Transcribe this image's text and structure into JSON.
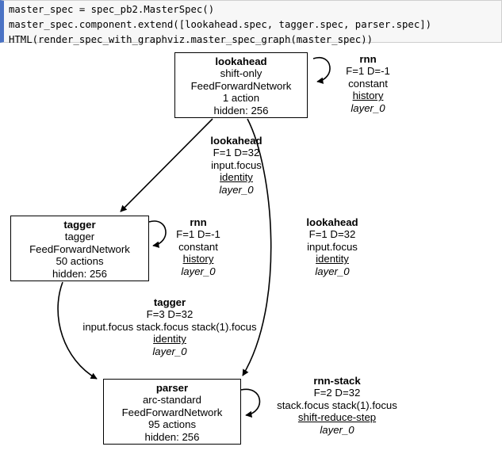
{
  "code_cell": {
    "lines": [
      "master_spec = spec_pb2.MasterSpec()",
      "master_spec.component.extend([lookahead.spec, tagger.spec, parser.spec])",
      "HTML(render_spec_with_graphviz.master_spec_graph(master_spec))"
    ],
    "accent_color": "#4b73c4",
    "background_color": "#f7f7f7"
  },
  "graph": {
    "nodes": [
      {
        "id": "lookahead",
        "title": "lookahead",
        "transition_system": "shift-only",
        "network": "FeedForwardNetwork",
        "actions": "1 action",
        "hidden": "hidden: 256"
      },
      {
        "id": "tagger",
        "title": "tagger",
        "transition_system": "tagger",
        "network": "FeedForwardNetwork",
        "actions": "50 actions",
        "hidden": "hidden: 256"
      },
      {
        "id": "parser",
        "title": "parser",
        "transition_system": "arc-standard",
        "network": "FeedForwardNetwork",
        "actions": "95 actions",
        "hidden": "hidden: 256"
      }
    ],
    "edges": [
      {
        "id": "lookahead-self",
        "name": "rnn",
        "fd": "F=1 D=-1",
        "source": "constant",
        "transform": "history",
        "layer": "layer_0"
      },
      {
        "id": "lookahead-to-tagger",
        "name": "lookahead",
        "fd": "F=1 D=32",
        "source": "input.focus",
        "transform": "identity",
        "layer": "layer_0"
      },
      {
        "id": "tagger-self",
        "name": "rnn",
        "fd": "F=1 D=-1",
        "source": "constant",
        "transform": "history",
        "layer": "layer_0"
      },
      {
        "id": "lookahead-to-parser",
        "name": "lookahead",
        "fd": "F=1 D=32",
        "source": "input.focus",
        "transform": "identity",
        "layer": "layer_0"
      },
      {
        "id": "tagger-to-parser",
        "name": "tagger",
        "fd": "F=3 D=32",
        "source": "input.focus stack.focus stack(1).focus",
        "transform": "identity",
        "layer": "layer_0"
      },
      {
        "id": "parser-self",
        "name": "rnn-stack",
        "fd": "F=2 D=32",
        "source": "stack.focus stack(1).focus",
        "transform": "shift-reduce-step",
        "layer": "layer_0"
      }
    ]
  }
}
